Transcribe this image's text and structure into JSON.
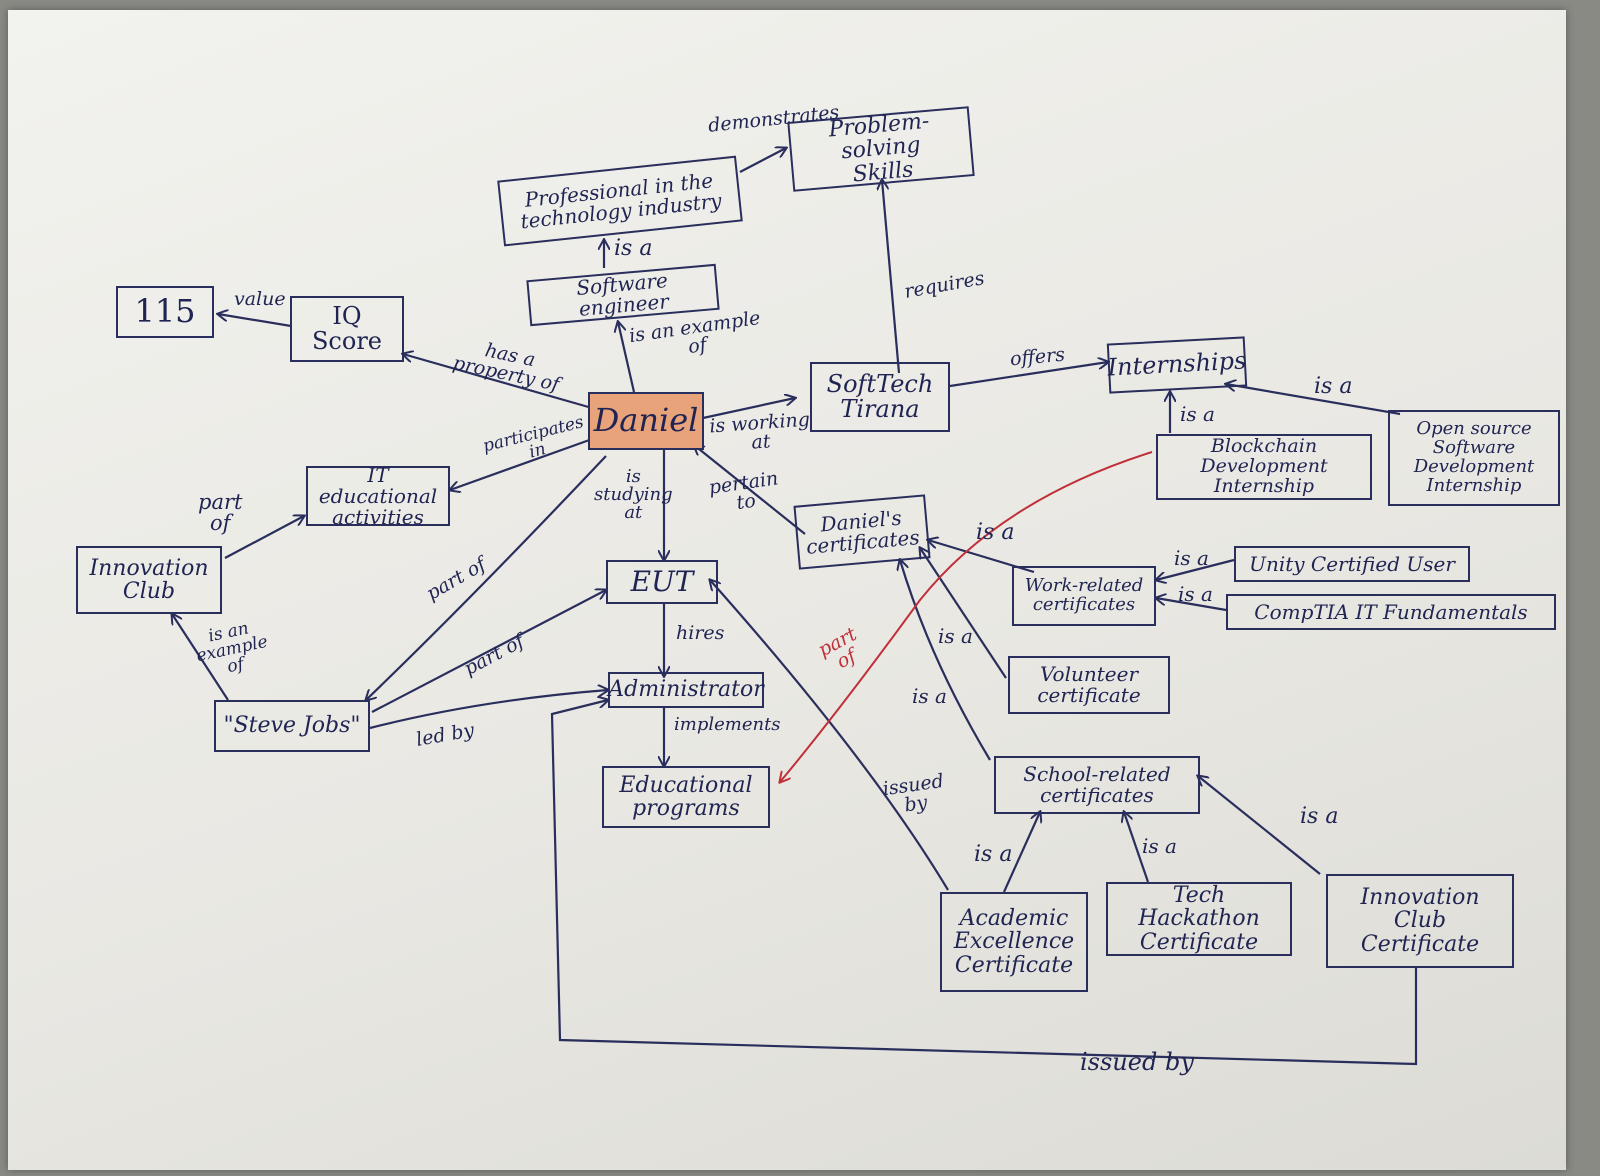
{
  "colors": {
    "ink": "#2a2e5c",
    "highlight": "#e8a37a",
    "red": "#c0303a"
  },
  "nodes": {
    "problem_solving": "Problem-solving\nSkills",
    "professional": "Professional in the\ntechnology industry",
    "software_engineer": "Software engineer",
    "value_115": "115",
    "iq_score": "IQ\nScore",
    "daniel": "Daniel",
    "softtech": "SoftTech\nTirana",
    "internships": "Internships",
    "blockchain": "Blockchain\nDevelopment Internship",
    "open_source": "Open source\nSoftware\nDevelopment\nInternship",
    "it_activities": "IT educational\nactivities",
    "innovation_club": "Innovation\nClub",
    "eut": "EUT",
    "daniels_certificates": "Daniel's\ncertificates",
    "work_related": "Work-related\ncertificates",
    "unity": "Unity Certified User",
    "comptia": "CompTIA IT Fundamentals",
    "volunteer": "Volunteer\ncertificate",
    "steve_jobs": "\"Steve Jobs\"",
    "administrator": "Administrator",
    "educational_programs": "Educational\nprograms",
    "school_related": "School-related\ncertificates",
    "academic": "Academic\nExcellence\nCertificate",
    "hackathon": "Tech Hackathon\nCertificate",
    "innovation_cert": "Innovation\nClub\nCertificate"
  },
  "edges": {
    "demonstrates": "demonstrates",
    "is_a_pro": "is a",
    "requires": "requires",
    "is_an_example_of": "is an example\nof",
    "value": "value",
    "has_a_property_of": "has a\nproperty of",
    "is_working_at": "is working\nat",
    "offers": "offers",
    "is_a_open": "is a",
    "is_a_blockchain": "is a",
    "participates_in": "participates\nin",
    "part_of_innov": "part\nof",
    "is_studying_at": "is\nstudying\nat",
    "pertain_to": "pertain\nto",
    "part_of_steve": "part of",
    "is_a_work": "is a",
    "is_a_unity": "is a",
    "is_a_comptia": "is a",
    "is_an_example_of_steve": "is an\nexample\nof",
    "part_of_eut": "part of",
    "hires": "hires",
    "led_by": "led by",
    "implements": "implements",
    "part_of_red": "part\nof",
    "is_a_volunteer": "is a",
    "is_a_school": "is a",
    "issued_by_eut": "issued\nby",
    "is_a_academic": "is a",
    "is_a_hackathon": "is a",
    "is_a_innovcert": "is a",
    "issued_by_bottom": "issued by"
  }
}
